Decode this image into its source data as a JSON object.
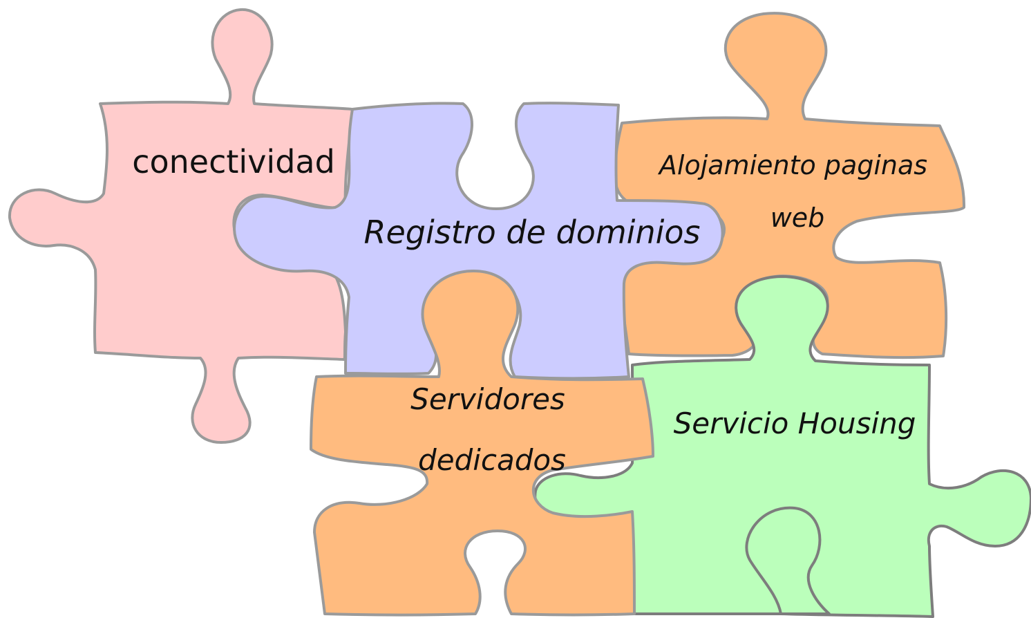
{
  "diagram": {
    "pieces": [
      {
        "id": "conectividad",
        "label": "conectividad",
        "color": "#ffcccc",
        "italic": false
      },
      {
        "id": "registro",
        "label": "Registro de dominios",
        "color": "#ccccff",
        "italic": true
      },
      {
        "id": "alojamiento",
        "label_line1": "Alojamiento paginas",
        "label_line2": "web",
        "color": "#ffbb7f",
        "italic": true
      },
      {
        "id": "housing",
        "label": "Servicio Housing",
        "color": "#bbffbb",
        "italic": true
      },
      {
        "id": "dedicados",
        "label_line1": "Servidores",
        "label_line2": "dedicados",
        "color": "#ffbb7f",
        "italic": true
      }
    ]
  }
}
